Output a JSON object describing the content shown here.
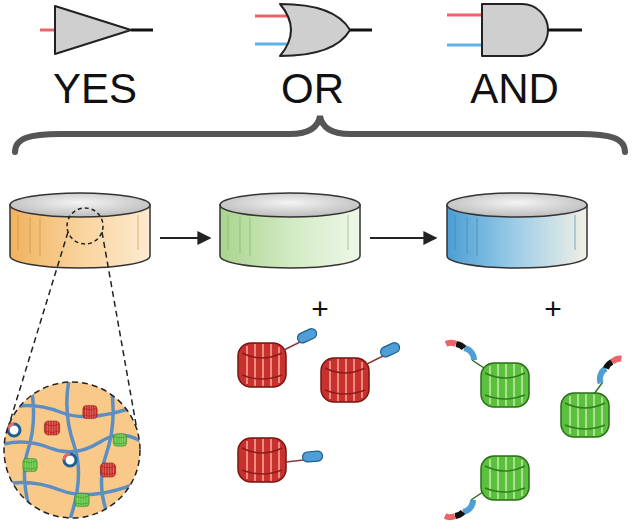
{
  "diagram": {
    "nodes": [
      {
        "text": [
          "YES"
        ]
      },
      {
        "text": [
          "OR"
        ]
      },
      {
        "text": [
          "AND"
        ]
      }
    ],
    "labels": [
      "+",
      "+"
    ]
  }
}
